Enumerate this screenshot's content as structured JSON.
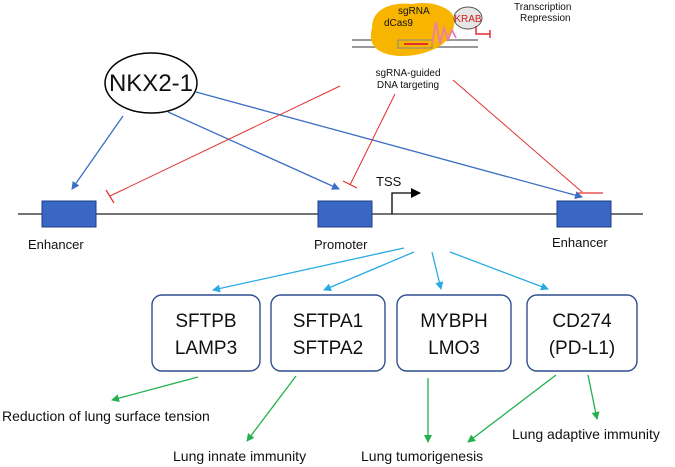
{
  "regulator": {
    "label": "NKX2-1"
  },
  "crispri": {
    "sgrna_label": "sgRNA",
    "dcas9_label": "dCas9",
    "krab_label": "KRAB",
    "repression_line1": "Transcription",
    "repression_line2": "Repression",
    "targeting_line1": "sgRNA-guided",
    "targeting_line2": "DNA targeting"
  },
  "dna": {
    "tss_label": "TSS",
    "elements": [
      {
        "label": "Enhancer"
      },
      {
        "label": "Promoter"
      },
      {
        "label": "Enhancer"
      }
    ]
  },
  "target_genes": [
    {
      "line1": "SFTPB",
      "line2": "LAMP3"
    },
    {
      "line1": "SFTPA1",
      "line2": "SFTPA2"
    },
    {
      "line1": "MYBPH",
      "line2": "LMO3"
    },
    {
      "line1": "CD274",
      "line2": "(PD-L1)"
    }
  ],
  "outcomes": [
    {
      "label": "Reduction of lung surface tension"
    },
    {
      "label": "Lung innate immunity"
    },
    {
      "label": "Lung tumorigenesis"
    },
    {
      "label": "Lung adaptive immunity"
    }
  ],
  "colors": {
    "activation_arrow": "#3a6fc4",
    "repression_line": "#e03030",
    "regulation_arrow": "#29abe2",
    "outcome_arrow": "#22b14c",
    "element_box": "#3a66c4",
    "dcas9": "#f7b500",
    "gene_box_border": "#2f4f8f"
  }
}
